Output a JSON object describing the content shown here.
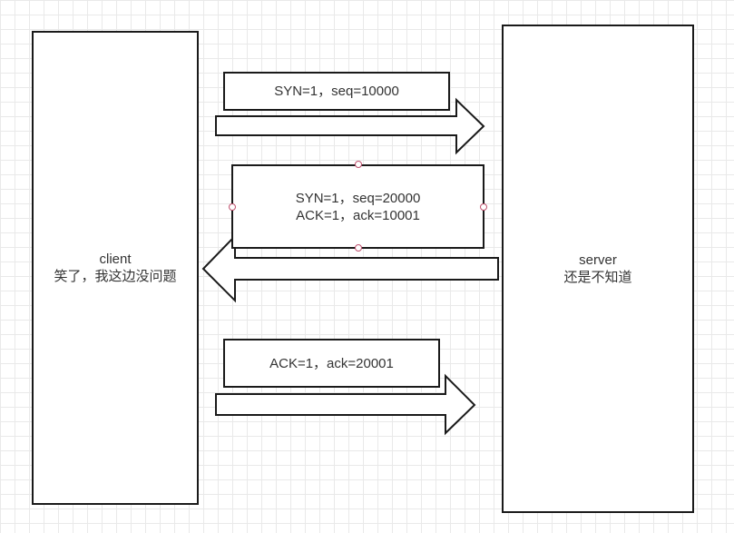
{
  "client": {
    "title": "client",
    "subtitle": "笑了，我这边没问题"
  },
  "server": {
    "title": "server",
    "subtitle": "还是不知道"
  },
  "messages": [
    {
      "lines": [
        "SYN=1，seq=10000"
      ],
      "direction": "client-to-server"
    },
    {
      "lines": [
        "SYN=1，seq=20000",
        "ACK=1，ack=10001"
      ],
      "direction": "server-to-client"
    },
    {
      "lines": [
        "ACK=1，ack=20001"
      ],
      "direction": "client-to-server"
    }
  ],
  "colors": {
    "stroke": "#1a1a1a",
    "grid": "#e9e9e9",
    "handle": "#c0506e"
  }
}
